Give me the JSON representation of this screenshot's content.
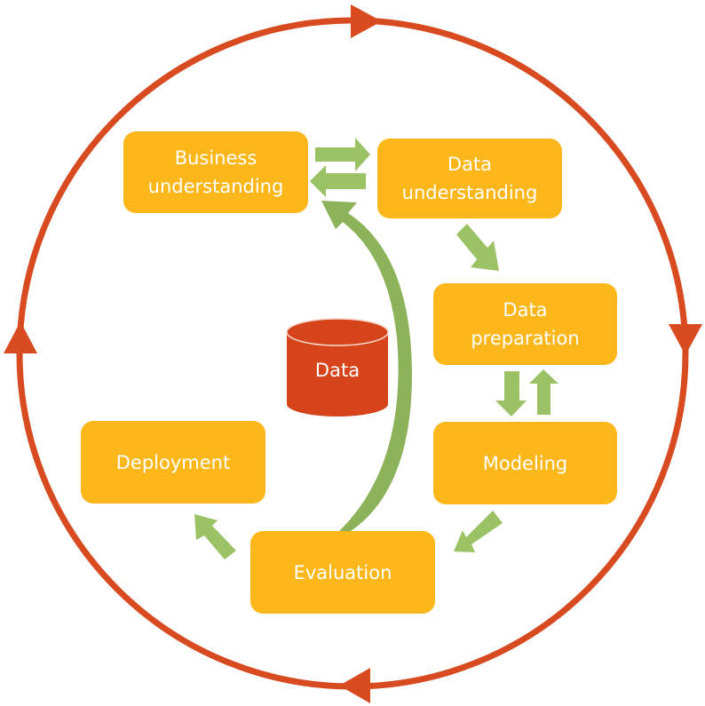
{
  "title": "CRISP-DM process cycle",
  "colors": {
    "cycle": "#D84B20",
    "box": "#FDB71A",
    "box_text": "#FFFFFF",
    "arrow": "#9BC265",
    "arrow_dark": "#7A9A4E",
    "data_store": "#D6441C"
  },
  "phases": [
    {
      "id": "business",
      "lines": [
        "Business",
        "understanding"
      ]
    },
    {
      "id": "data-understanding",
      "lines": [
        "Data",
        "understanding"
      ]
    },
    {
      "id": "data-preparation",
      "lines": [
        "Data",
        "preparation"
      ]
    },
    {
      "id": "modeling",
      "lines": [
        "Modeling"
      ]
    },
    {
      "id": "evaluation",
      "lines": [
        "Evaluation"
      ]
    },
    {
      "id": "deployment",
      "lines": [
        "Deployment"
      ]
    }
  ],
  "data_store": {
    "label": "Data",
    "icon": "database-cylinder-icon"
  },
  "flows": [
    {
      "from": "Business understanding",
      "to": "Data understanding"
    },
    {
      "from": "Data understanding",
      "to": "Business understanding"
    },
    {
      "from": "Data understanding",
      "to": "Data preparation"
    },
    {
      "from": "Data preparation",
      "to": "Modeling"
    },
    {
      "from": "Modeling",
      "to": "Data preparation"
    },
    {
      "from": "Modeling",
      "to": "Evaluation"
    },
    {
      "from": "Evaluation",
      "to": "Deployment"
    },
    {
      "from": "Evaluation",
      "to": "Business understanding"
    }
  ],
  "outer_cycle": {
    "direction": "clockwise"
  }
}
